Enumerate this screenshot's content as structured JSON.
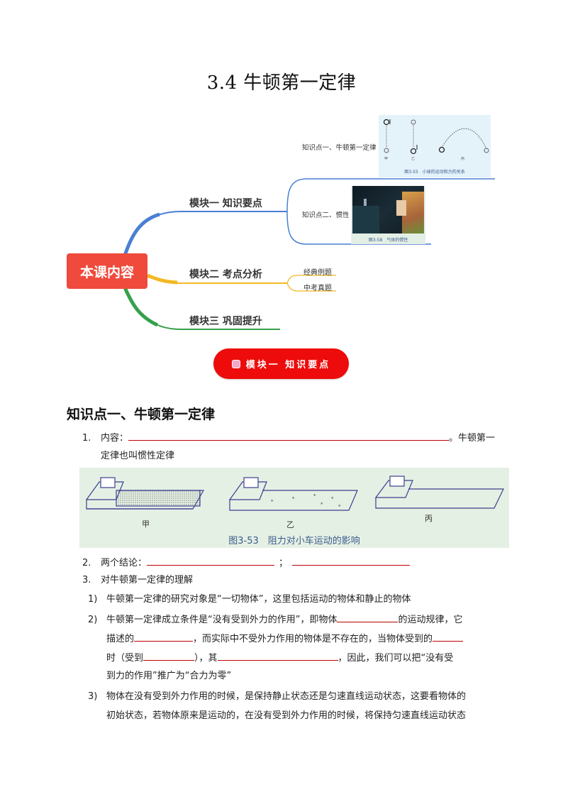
{
  "title": "3.4 牛顿第一定律",
  "mindmap": {
    "root": "本课内容",
    "branches": [
      {
        "label": "模块一 知识要点",
        "color": "#4a7fd4"
      },
      {
        "label": "模块二 考点分析",
        "color": "#f2b824"
      },
      {
        "label": "模块三 巩固提升",
        "color": "#34a04a"
      }
    ],
    "module1_children": [
      {
        "label": "知识点一、牛顿第一定律",
        "figure_caption": "图3-55　小球的运动和力的关系",
        "figure_labels": [
          "甲",
          "乙",
          "丙"
        ]
      },
      {
        "label": "知识点二、惯性",
        "figure_caption": "图3-58　气体的惯性"
      }
    ],
    "module2_children": [
      "经典例题",
      "中考真题"
    ]
  },
  "module_banner": {
    "label": "模块一 知识要点",
    "color": "#ee0b0b"
  },
  "section": {
    "heading": "知识点一、牛顿第一定律",
    "item1": {
      "num": "1.",
      "prefix": "内容：",
      "suffix": "。牛顿第一",
      "line2": "定律也叫惯性定律"
    },
    "figure53": {
      "caption": "图3-53　阻力对小车运动的影响",
      "labels": [
        "甲",
        "乙",
        "丙"
      ]
    },
    "item2": {
      "num": "2.",
      "prefix": "两个结论：",
      "sep": "；"
    },
    "item3": {
      "num": "3.",
      "text": "对牛顿第一定律的理解"
    },
    "sub1": {
      "num": "1)",
      "text": "牛顿第一定律的研究对象是“一切物体”，这里包括运动的物体和静止的物体"
    },
    "sub2": {
      "num": "2)",
      "l1a": "牛顿第一定律成立条件是“没有受到外力的作用”，即物体",
      "l1b": "的运动规律，它",
      "l2a": "描述的",
      "l2b": "，而实际中不受外力作用的物体是不存在的，当物体受到的",
      "l3a": "时（受到",
      "l3b": "），其",
      "l3c": "，因此，我们可以把“没有受",
      "l4": "到力的作用”推广为“合力为零”"
    },
    "sub3": {
      "num": "3)",
      "l1": "物体在没有受到外力作用的时候，是保持静止状态还是匀速直线运动状态，这要看物体的",
      "l2": "初始状态，若物体原来是运动的，在没有受到外力作用的时候，将保持匀速直线运动状态"
    }
  }
}
